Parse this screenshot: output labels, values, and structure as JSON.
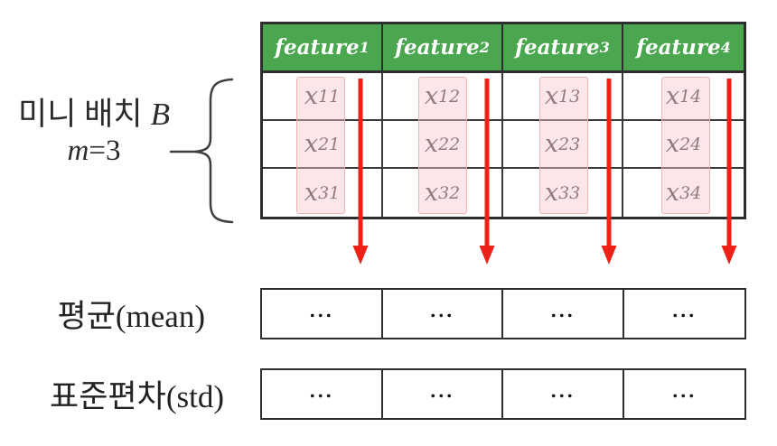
{
  "colors": {
    "header_green": "#4aa64f",
    "pink_fill": "#f6caca",
    "pink_border": "#eeacac",
    "arrow_red": "#ee2117",
    "table_border": "#2e2e2e",
    "text_dark": "#3d3d3d"
  },
  "mini_batch": {
    "line1_prefix": "미니 배치",
    "line1_var": "B",
    "line2_var": "m",
    "line2_eq": "=3"
  },
  "feature_table": {
    "headers": [
      {
        "base": "feature",
        "sub": "1"
      },
      {
        "base": "feature",
        "sub": "2"
      },
      {
        "base": "feature",
        "sub": "3"
      },
      {
        "base": "feature",
        "sub": "4"
      }
    ],
    "rows": [
      [
        {
          "base": "x",
          "sub": "11"
        },
        {
          "base": "x",
          "sub": "12"
        },
        {
          "base": "x",
          "sub": "13"
        },
        {
          "base": "x",
          "sub": "14"
        }
      ],
      [
        {
          "base": "x",
          "sub": "21"
        },
        {
          "base": "x",
          "sub": "22"
        },
        {
          "base": "x",
          "sub": "23"
        },
        {
          "base": "x",
          "sub": "24"
        }
      ],
      [
        {
          "base": "x",
          "sub": "31"
        },
        {
          "base": "x",
          "sub": "32"
        },
        {
          "base": "x",
          "sub": "33"
        },
        {
          "base": "x",
          "sub": "34"
        }
      ]
    ]
  },
  "mean_row": {
    "label": "평균(mean)",
    "cells": [
      "...",
      "...",
      "...",
      "..."
    ]
  },
  "std_row": {
    "label": "표준편차(std)",
    "cells": [
      "...",
      "...",
      "...",
      "..."
    ]
  }
}
